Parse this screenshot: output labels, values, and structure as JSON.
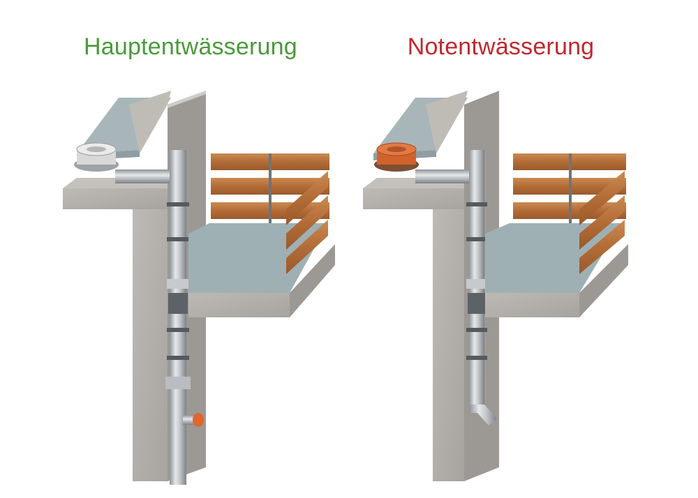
{
  "titles": {
    "main_drainage": "Hauptentwässerung",
    "emergency_drainage": "Notentwässerung"
  },
  "colors": {
    "main_drainage_title": "#4a9a3a",
    "emergency_drainage_title": "#c0282d",
    "concrete": "#b5b2ad",
    "concrete_dark": "#8f8c87",
    "roof_membrane": "#a9b8bc",
    "wood": "#b8703a",
    "pipe": "#c9ccd0",
    "main_drain_cap": "#d9d9d9",
    "emergency_drain_cap": "#d2622c",
    "cleanout_cap": "#e0662e"
  },
  "illustrations": [
    {
      "variant": "main",
      "drain_icon": "roof-drain-grey-icon",
      "has_cleanout": true
    },
    {
      "variant": "emergency",
      "drain_icon": "roof-drain-orange-icon",
      "has_cleanout": false
    }
  ]
}
